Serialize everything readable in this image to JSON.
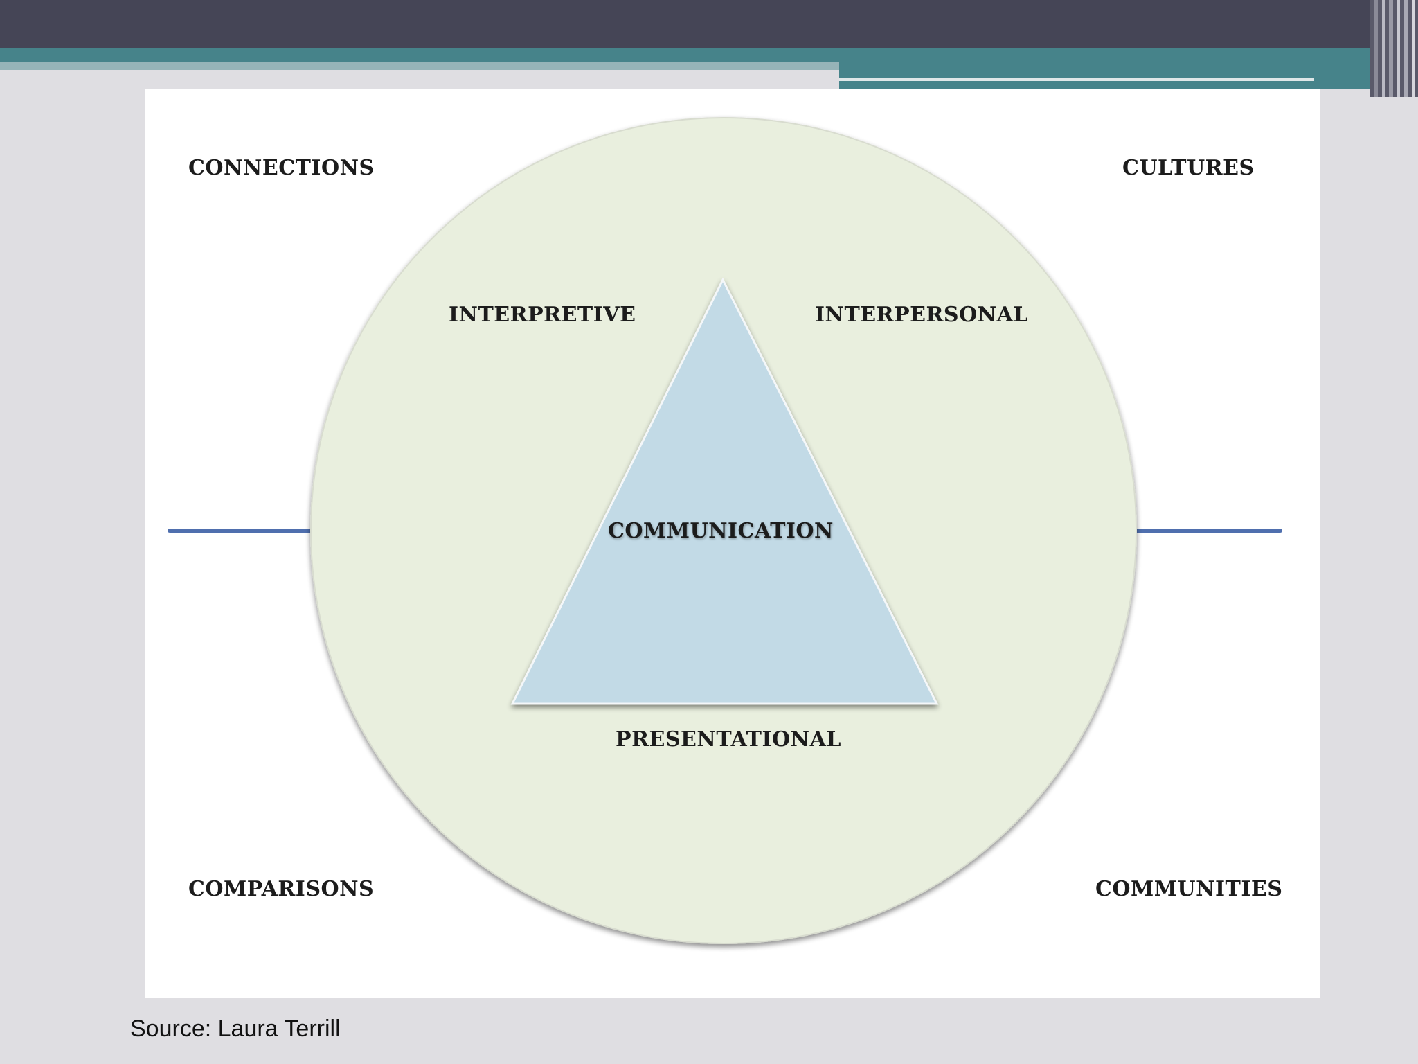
{
  "slide": {
    "source_text": "Source: Laura Terrill"
  },
  "diagram": {
    "corners": {
      "top_left": "CONNECTIONS",
      "top_right": "CULTURES",
      "bottom_left": "COMPARISONS",
      "bottom_right": "COMMUNITIES"
    },
    "modes": {
      "left": "INTERPRETIVE",
      "right": "INTERPERSONAL",
      "bottom": "PRESENTATIONAL"
    },
    "center": "COMMUNICATION"
  },
  "colors": {
    "header": "#454556",
    "teal": "#46838a",
    "circle_fill": "#e9efde",
    "triangle_fill": "#c2dae6",
    "axis_line": "#4f6fae",
    "background": "#dfdee2"
  }
}
